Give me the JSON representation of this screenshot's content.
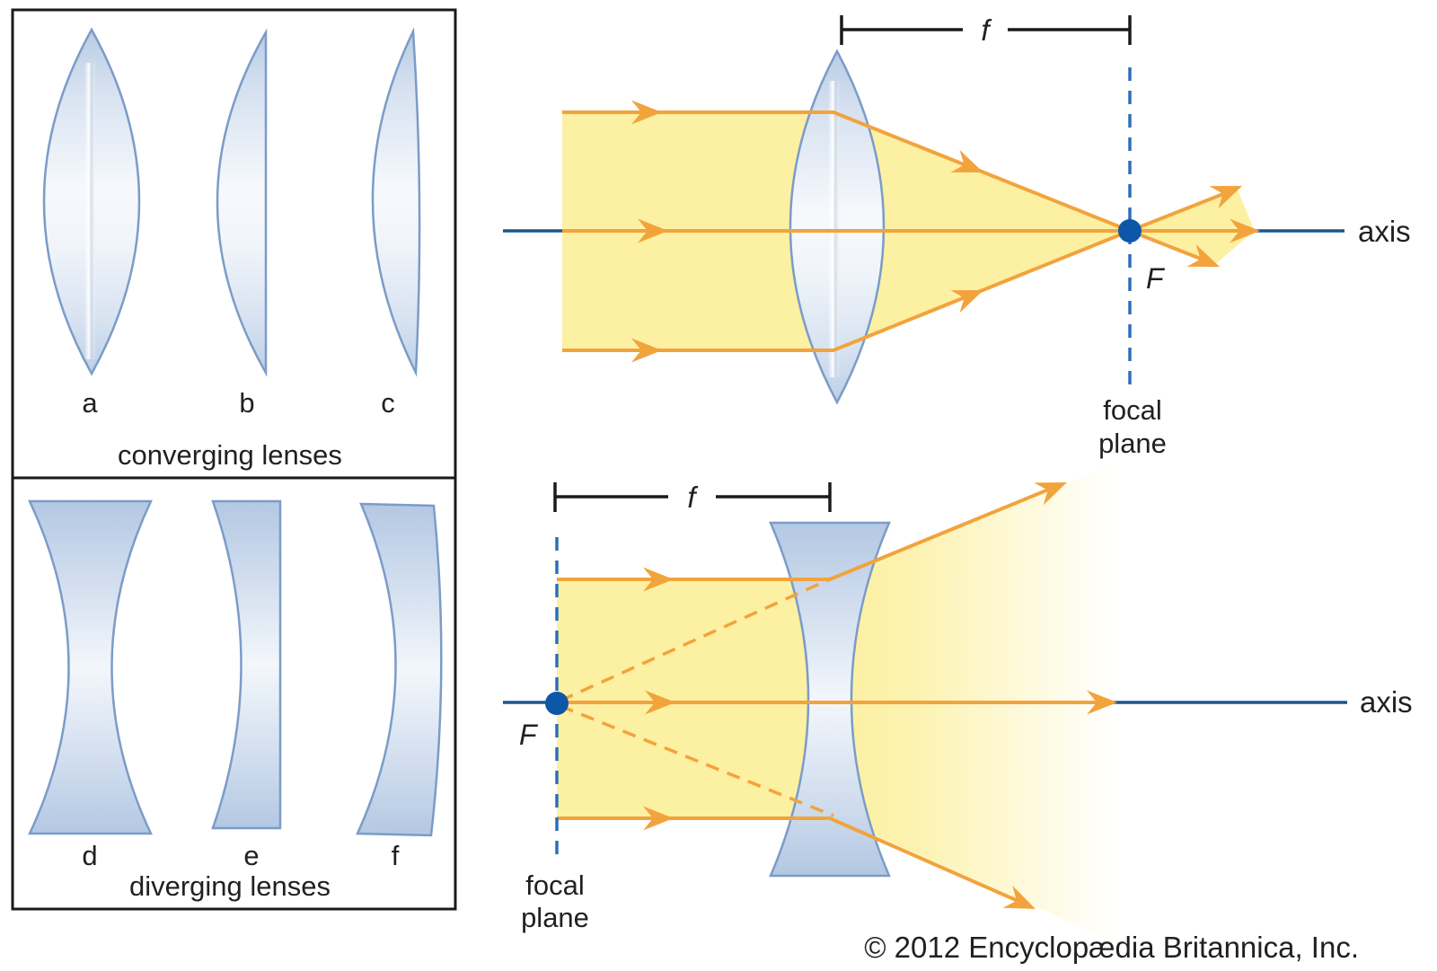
{
  "panels": {
    "converging": {
      "label": "converging lenses",
      "lenses": [
        {
          "id": "a"
        },
        {
          "id": "b"
        },
        {
          "id": "c"
        }
      ]
    },
    "diverging": {
      "label": "diverging lenses",
      "lenses": [
        {
          "id": "d"
        },
        {
          "id": "e"
        },
        {
          "id": "f"
        }
      ]
    }
  },
  "converging_diagram": {
    "focal_length_label": "f",
    "focal_point_label": "F",
    "axis_label": "axis",
    "focal_plane_line1": "focal",
    "focal_plane_line2": "plane"
  },
  "diverging_diagram": {
    "focal_length_label": "f",
    "focal_point_label": "F",
    "axis_label": "axis",
    "focal_plane_line1": "focal",
    "focal_plane_line2": "plane"
  },
  "copyright": "© 2012 Encyclopædia Britannica, Inc.",
  "colors": {
    "beam_yellow": "#FCF0A2",
    "ray_orange": "#F2A33C",
    "axis_blue": "#19568F",
    "focal_point_blue": "#0E57A8",
    "focal_plane_dash_blue": "#2E6FB8",
    "lens_stroke": "#7B9CC8",
    "panel_border": "#1A1A1A",
    "text": "#231F20"
  }
}
